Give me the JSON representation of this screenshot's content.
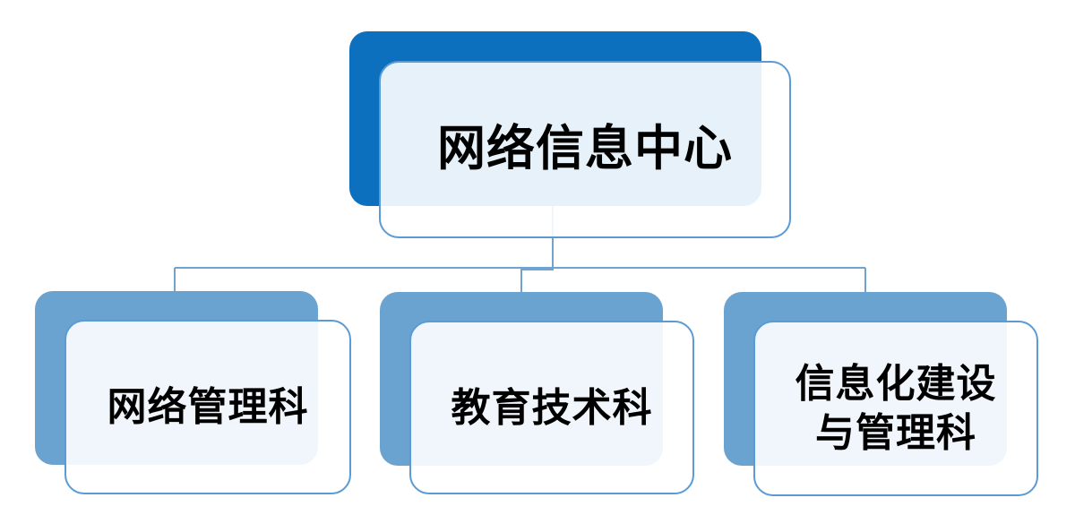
{
  "org": {
    "root": {
      "label": "网络信息中心"
    },
    "children": [
      {
        "label": "网络管理科"
      },
      {
        "label": "教育技术科"
      },
      {
        "label": "信息化建设\n与管理科"
      }
    ]
  },
  "colors": {
    "root_fill": "#0d70bf",
    "child_fill": "#6aa2d0",
    "card_border": "#5b9bd5",
    "card_fill": "rgba(255,255,255,0.9)",
    "connector": "#6fa3d2",
    "text": "#000000"
  },
  "chart_data": {
    "type": "org-tree",
    "title": "网络信息中心",
    "nodes": [
      {
        "id": "root",
        "label": "网络信息中心",
        "parent": null
      },
      {
        "id": "c1",
        "label": "网络管理科",
        "parent": "root"
      },
      {
        "id": "c2",
        "label": "教育技术科",
        "parent": "root"
      },
      {
        "id": "c3",
        "label": "信息化建设与管理科",
        "parent": "root"
      }
    ]
  }
}
